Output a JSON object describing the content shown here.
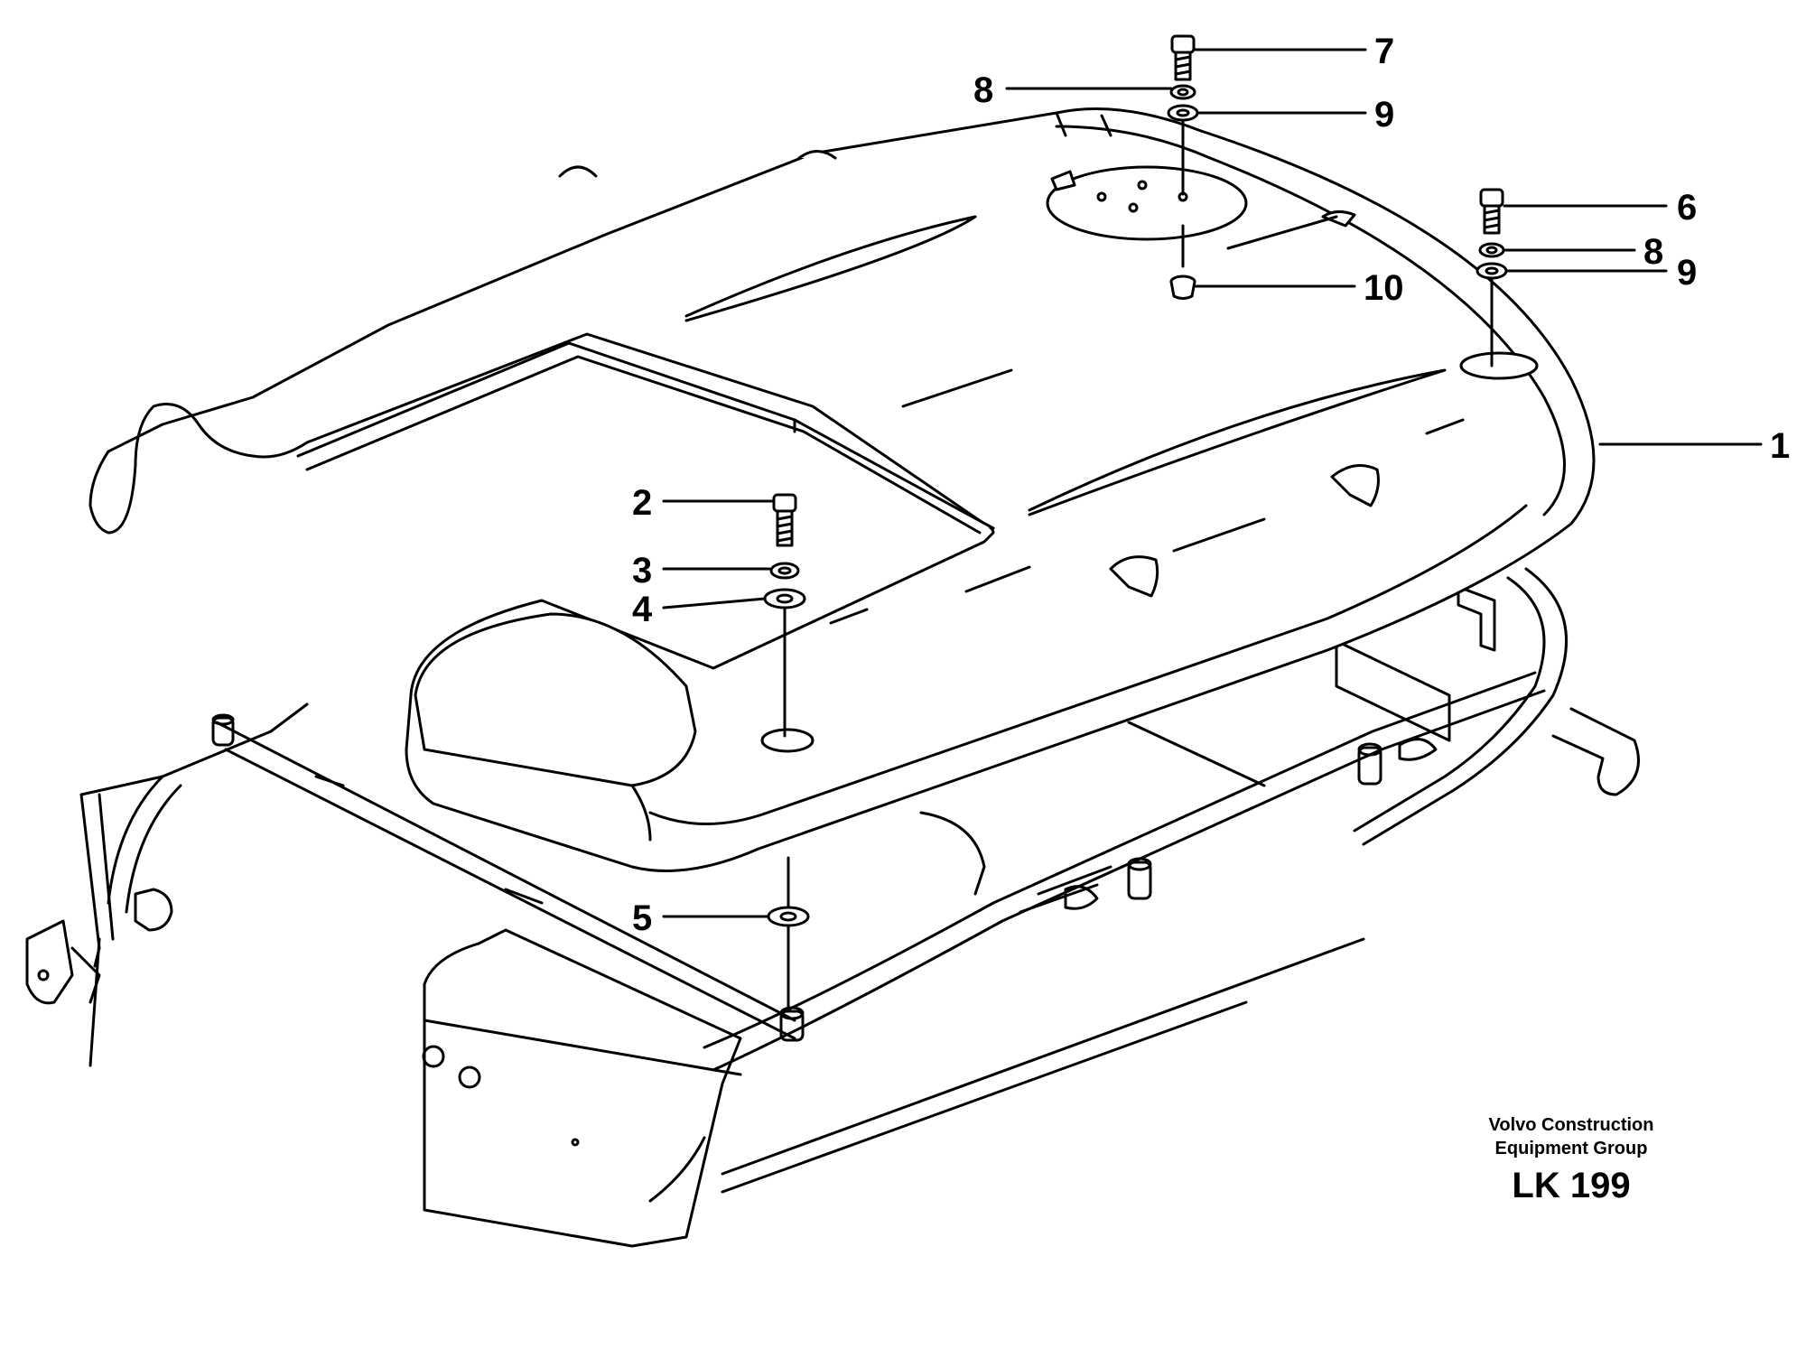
{
  "callouts": {
    "c1": "1",
    "c2": "2",
    "c3": "3",
    "c4": "4",
    "c5": "5",
    "c6": "6",
    "c7": "7",
    "c8a": "8",
    "c8b": "8",
    "c9a": "9",
    "c9b": "9",
    "c10": "10"
  },
  "credit": {
    "line1": "Volvo Construction",
    "line2": "Equipment Group",
    "code": "LK 199"
  }
}
